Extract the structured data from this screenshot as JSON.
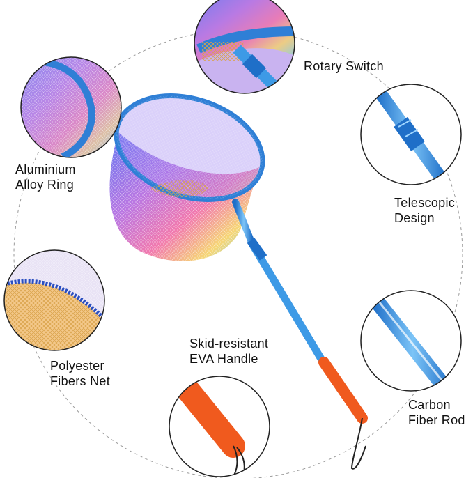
{
  "features": [
    {
      "id": "rotary-switch",
      "lines": [
        "Rotary Switch"
      ]
    },
    {
      "id": "aluminium-ring",
      "lines": [
        "Aluminium",
        "Alloy Ring"
      ]
    },
    {
      "id": "telescopic",
      "lines": [
        "Telescopic",
        "Design"
      ]
    },
    {
      "id": "polyester-net",
      "lines": [
        "Polyester",
        "Fibers Net"
      ]
    },
    {
      "id": "eva-handle",
      "lines": [
        "Skid-resistant",
        "EVA Handle"
      ]
    },
    {
      "id": "carbon-rod",
      "lines": [
        "Carbon",
        "Fiber Rod"
      ]
    }
  ],
  "colors": {
    "ring_blue": "#2f7fd6",
    "pole_blue": "#3d9ae6",
    "handle_orange": "#f05a1e",
    "circle_stroke": "#222222",
    "dashed_orbit": "#9a9a9a",
    "text": "#111111"
  }
}
